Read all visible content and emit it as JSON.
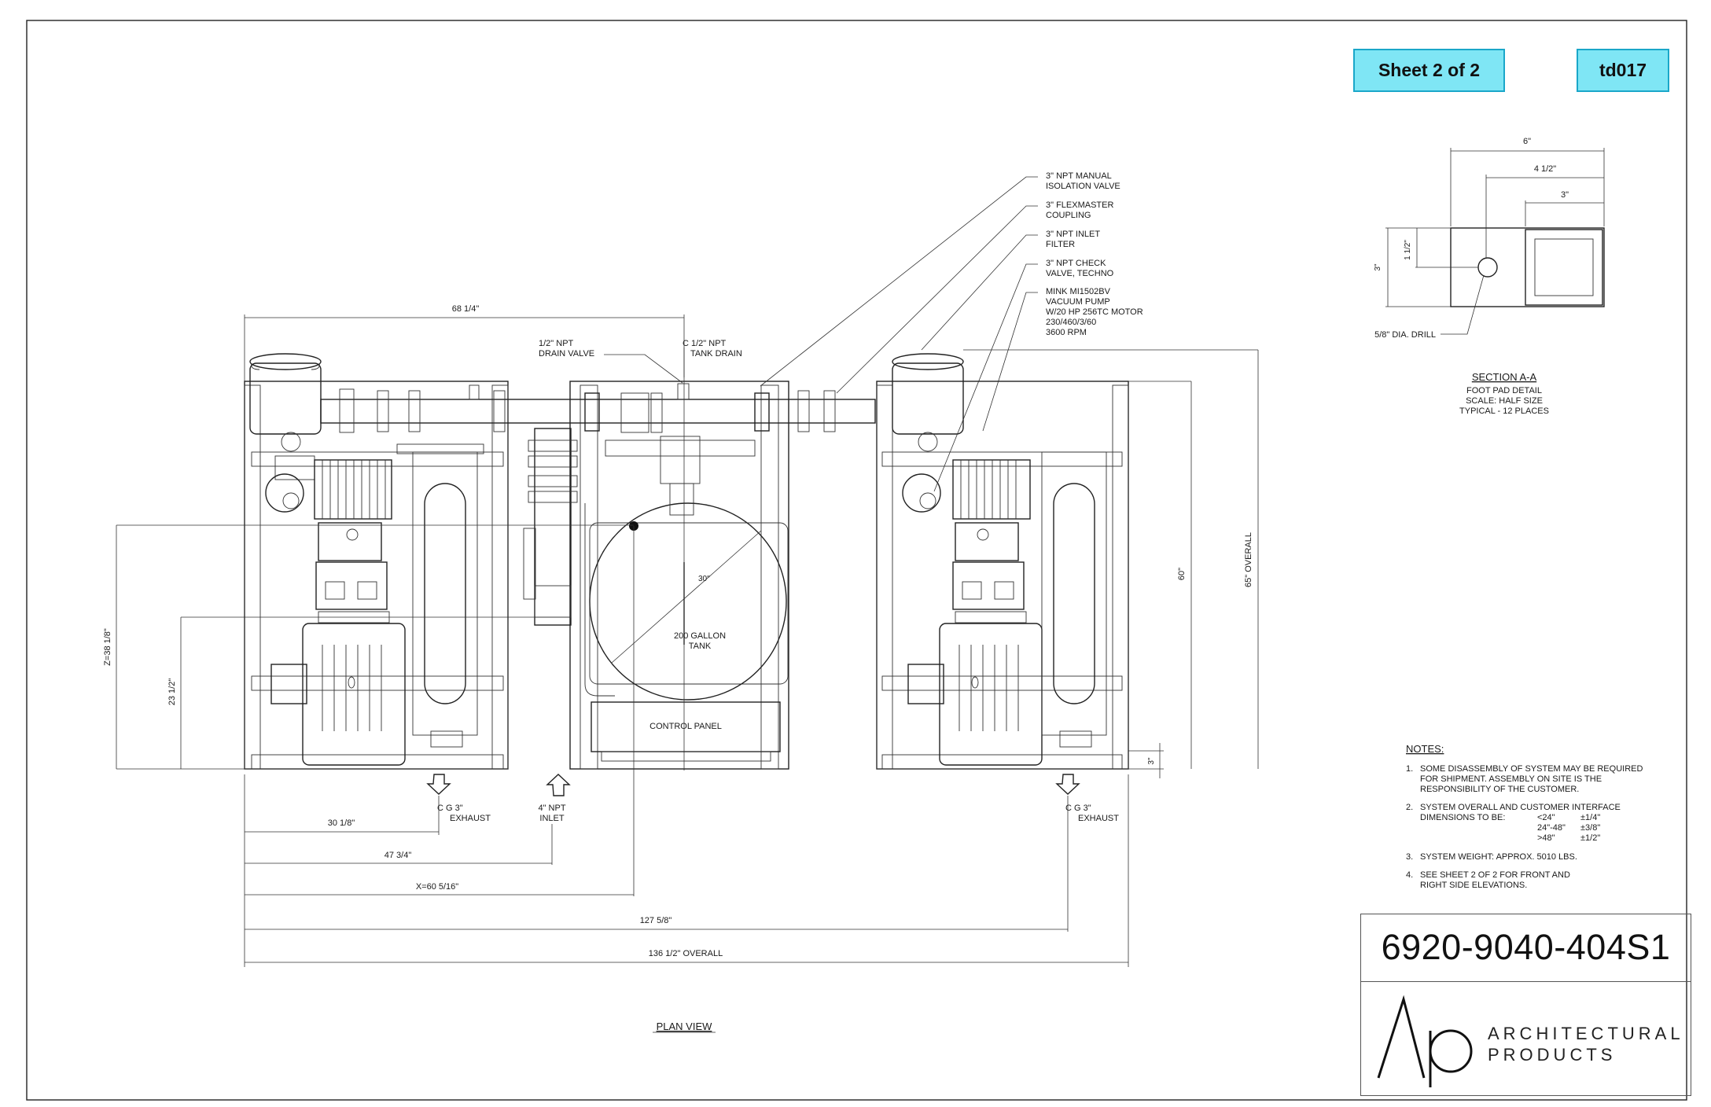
{
  "header": {
    "sheet_label": "Sheet 2 of 2",
    "drawing_id": "td017"
  },
  "plan_view": {
    "title": "PLAN VIEW",
    "callouts": {
      "isolation_valve": [
        "3\" NPT MANUAL",
        "ISOLATION VALVE"
      ],
      "coupling": [
        "3\" FLEXMASTER",
        "COUPLING"
      ],
      "inlet_filter": [
        "3\" NPT INLET",
        "FILTER"
      ],
      "check_valve": [
        "3\" NPT CHECK",
        "VALVE, TECHNO"
      ],
      "vacuum_pump": [
        "MINK MI1502BV",
        "VACUUM PUMP",
        "W/20 HP 256TC MOTOR",
        "230/460/3/60",
        "3600 RPM"
      ],
      "drain_valve": [
        "1/2\" NPT",
        "DRAIN VALVE"
      ],
      "tank_drain": [
        "C 1/2\" NPT",
        "TANK DRAIN"
      ],
      "tank": [
        "200 GALLON",
        "TANK"
      ],
      "tank_diameter": "30\"",
      "control_panel": "CONTROL PANEL",
      "exhaust_left": [
        "C G 3\"",
        "EXHAUST"
      ],
      "exhaust_right": [
        "C G 3\"",
        "EXHAUST"
      ],
      "inlet": [
        "4\" NPT",
        "INLET"
      ]
    },
    "dimensions": {
      "top_width": "68 1/4\"",
      "dim_30": "30 1/8\"",
      "dim_47": "47 3/4\"",
      "dim_x": "X=60 5/16\"",
      "dim_127": "127 5/8\"",
      "dim_136": "136 1/2\" OVERALL",
      "dim_z": "Z=38 1/8\"",
      "dim_23": "23 1/2\"",
      "dim_60": "60\"",
      "dim_65": "65\" OVERALL",
      "dim_3": "3\""
    }
  },
  "section_a_a": {
    "title": "SECTION A-A",
    "lines": [
      "FOOT PAD DETAIL",
      "SCALE:  HALF SIZE",
      "TYPICAL - 12 PLACES"
    ],
    "dim_6": "6\"",
    "dim_4_half": "4 1/2\"",
    "dim_3_top": "3\"",
    "dim_1_half": "1 1/2\"",
    "dim_3_side": "3\"",
    "drill_label": "5/8\" DIA. DRILL"
  },
  "notes": {
    "heading": "NOTES:",
    "items": [
      {
        "num": "1.",
        "lines": [
          "SOME DISASSEMBLY OF SYSTEM MAY BE REQUIRED",
          "FOR SHIPMENT.  ASSEMBLY ON SITE IS THE",
          "RESPONSIBILITY OF THE CUSTOMER."
        ]
      },
      {
        "num": "2.",
        "lines": [
          "SYSTEM OVERALL AND CUSTOMER INTERFACE",
          "DIMENSIONS TO BE:"
        ]
      },
      {
        "num": "3.",
        "lines": [
          "SYSTEM WEIGHT: APPROX. 5010 LBS."
        ]
      },
      {
        "num": "4.",
        "lines": [
          "SEE SHEET 2 OF 2 FOR FRONT AND",
          "RIGHT SIDE ELEVATIONS."
        ]
      }
    ],
    "tolerances": [
      {
        "range": "<24\"",
        "tol": "±1/4\""
      },
      {
        "range": "24\"-48\"",
        "tol": "±3/8\""
      },
      {
        "range": ">48\"",
        "tol": "±1/2\""
      }
    ]
  },
  "title_block": {
    "drawing_number": "6920-9040-404S1",
    "company_line1": "ARCHITECTURAL",
    "company_line2": "PRODUCTS",
    "logo_letters": "Ap"
  },
  "colors": {
    "sheet_box_fill": "#7fe6f5",
    "sheet_box_border": "#1aa7c9",
    "line": "#222222"
  }
}
